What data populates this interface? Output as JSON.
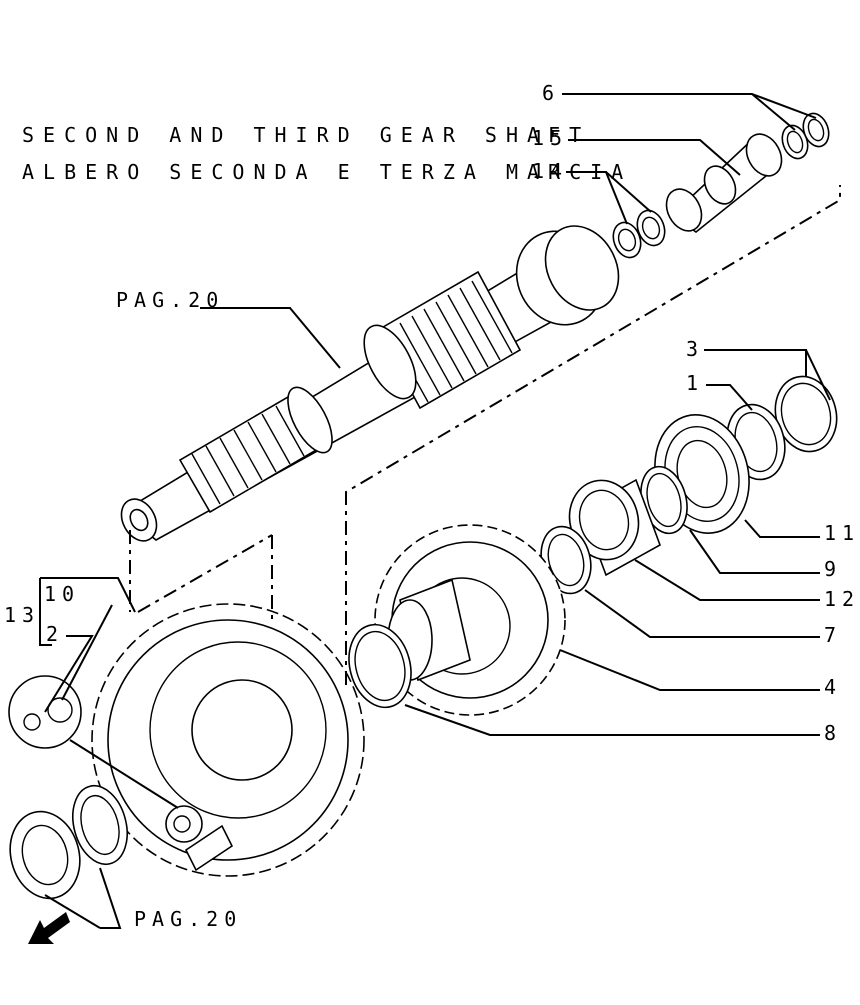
{
  "titles": {
    "en": "SECOND AND THIRD GEAR SHAFT",
    "it": "ALBERO SECONDA E TERZA MARCIA"
  },
  "callouts": {
    "c6": "6",
    "c15": "15",
    "c14": "14",
    "c3": "3",
    "c1": "1",
    "c11": "11",
    "c9": "9",
    "c12": "12",
    "c7": "7",
    "c4": "4",
    "c8": "8",
    "c10": "10",
    "c13": "13",
    "c2": "2"
  },
  "page_refs": {
    "upper": "PAG.20",
    "lower": "PAG.20"
  },
  "icons": [
    "direction-arrow-icon"
  ]
}
